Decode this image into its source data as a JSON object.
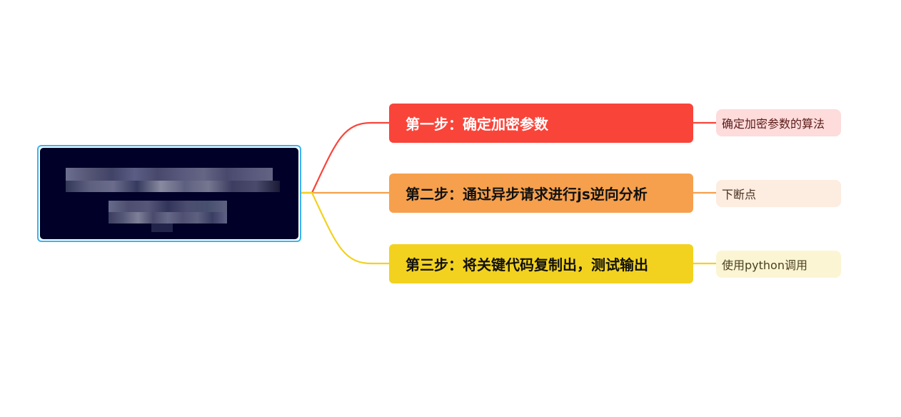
{
  "root": {
    "label": "[redacted / pixelated title]",
    "border_color": "#3bb4ec",
    "background": "#000028"
  },
  "branches": [
    {
      "label": "第一步：确定加密参数",
      "color": "#f9443a",
      "text_color": "#ffffff",
      "child": {
        "label": "确定加密参数的算法",
        "bg": "#fddcdb",
        "text_color": "#5a1a18"
      }
    },
    {
      "label": "第二步：通过异步请求进行js逆向分析",
      "color": "#f6a04d",
      "text_color": "#111111",
      "child": {
        "label": "下断点",
        "bg": "#fdece0",
        "text_color": "#4a3020"
      }
    },
    {
      "label": "第三步：将关键代码复制出，测试输出",
      "color": "#f2d21f",
      "text_color": "#111111",
      "child": {
        "label": "使用python调用",
        "bg": "#fcf5d4",
        "text_color": "#4a4020"
      }
    }
  ]
}
